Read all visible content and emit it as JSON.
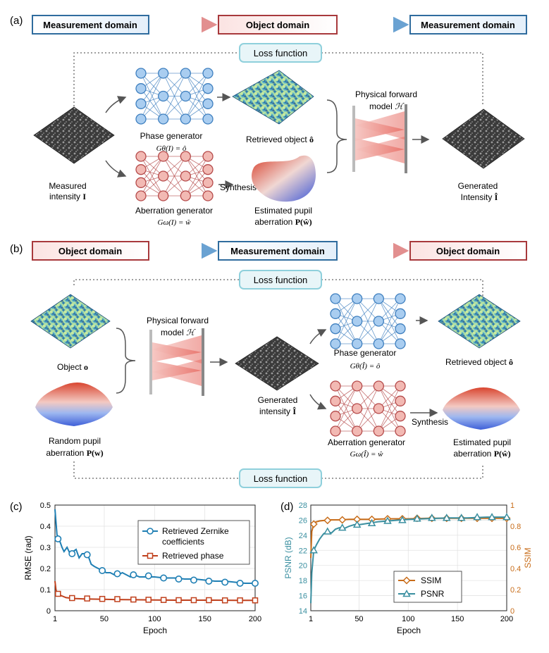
{
  "panels": {
    "a": {
      "tag": "(a)",
      "domains": [
        "Measurement domain",
        "Object domain",
        "Measurement domain"
      ],
      "loss": "Loss function",
      "measured_line1": "Measured",
      "measured_line2": "intensity ",
      "measured_sym": "I",
      "phase_gen": "Phase generator",
      "phase_eq": "Gθ(I) = ô",
      "retrieved": "Retrieved object ",
      "retrieved_sym": "ô",
      "forward_line1": "Physical forward",
      "forward_line2": "model ",
      "forward_sym": "ℋ",
      "aber_gen": "Aberration generator",
      "aber_eq": "Gω(I) = ŵ",
      "synthesis": "Synthesis",
      "pupil_line1": "Estimated pupil",
      "pupil_line2": "aberration ",
      "pupil_sym": "P(ŵ)",
      "generated_line1": "Generated",
      "generated_line2": "Intensity ",
      "generated_sym": "Î"
    },
    "b": {
      "tag": "(b)",
      "domains": [
        "Object domain",
        "Measurement domain",
        "Object domain"
      ],
      "loss": "Loss function",
      "loss_bottom": "Loss function",
      "object_line": "Object ",
      "object_sym": "o",
      "random_line1": "Random pupil",
      "random_line2": "aberration ",
      "random_sym": "P(w)",
      "forward_line1": "Physical forward",
      "forward_line2": "model ",
      "forward_sym": "ℋ",
      "generated_line1": "Generated",
      "generated_line2": "intensity ",
      "generated_sym": "Î",
      "phase_gen": "Phase generator",
      "phase_eq": "Gθ(Î) = ô",
      "retrieved": "Retrieved object ",
      "retrieved_sym": "ô",
      "aber_gen": "Aberration generator",
      "aber_eq": "Gω(Î) = ŵ",
      "synthesis": "Synthesis",
      "pupil_line1": "Estimated pupil",
      "pupil_line2": "aberration ",
      "pupil_sym": "P(ŵ)"
    },
    "c": {
      "tag": "(c)",
      "legend": [
        "Retrieved Zernike",
        "coefficients",
        "Retrieved phase"
      ]
    },
    "d": {
      "tag": "(d)",
      "legend": [
        "SSIM",
        "PSNR"
      ]
    }
  },
  "colors": {
    "blue": "#2f6c9e",
    "red": "#a8393c",
    "loss_border": "#8fd0dc",
    "loss_fill": "#e8f5f8",
    "net_blue_fill": "#a9cdf0",
    "net_blue_edge": "#3e7fbf",
    "net_red_fill": "#f2b9b3",
    "net_red_edge": "#b54a4a",
    "zernike": "#1f7fb4",
    "phase": "#c0401c",
    "ssim": "#c86d1a",
    "psnr": "#3a8fa0"
  },
  "chart_data": [
    {
      "type": "line",
      "xlabel": "Epoch",
      "ylabel": "RMSE (rad)",
      "xlim": [
        1,
        200
      ],
      "ylim": [
        0,
        0.5
      ],
      "xticks": [
        1,
        50,
        100,
        150,
        200
      ],
      "yticks": [
        0,
        0.1,
        0.2,
        0.3,
        0.4,
        0.5
      ],
      "grid": true,
      "legend_position": "top-right",
      "series": [
        {
          "name": "Retrieved Zernike coefficients",
          "x": [
            1,
            3,
            5,
            8,
            10,
            13,
            16,
            19,
            22,
            25,
            28,
            31,
            34,
            37,
            40,
            44,
            48,
            52,
            56,
            60,
            64,
            68,
            72,
            76,
            80,
            85,
            90,
            95,
            100,
            110,
            120,
            130,
            140,
            150,
            160,
            170,
            180,
            190,
            200
          ],
          "y": [
            0.48,
            0.36,
            0.34,
            0.3,
            0.28,
            0.3,
            0.27,
            0.28,
            0.29,
            0.25,
            0.27,
            0.27,
            0.26,
            0.22,
            0.21,
            0.2,
            0.19,
            0.18,
            0.18,
            0.17,
            0.17,
            0.18,
            0.17,
            0.16,
            0.17,
            0.16,
            0.16,
            0.16,
            0.16,
            0.155,
            0.155,
            0.15,
            0.15,
            0.145,
            0.14,
            0.14,
            0.135,
            0.13,
            0.13
          ],
          "markers_x": [
            4,
            18,
            33,
            48,
            63,
            79,
            94,
            109,
            124,
            139,
            154,
            170,
            185,
            200
          ],
          "markers_y": [
            0.34,
            0.27,
            0.265,
            0.19,
            0.175,
            0.17,
            0.165,
            0.155,
            0.15,
            0.145,
            0.14,
            0.135,
            0.13,
            0.13
          ]
        },
        {
          "name": "Retrieved phase",
          "x": [
            1,
            2,
            3,
            5,
            8,
            12,
            16,
            20,
            30,
            40,
            50,
            60,
            80,
            100,
            120,
            140,
            160,
            180,
            200
          ],
          "y": [
            0.14,
            0.1,
            0.08,
            0.075,
            0.07,
            0.062,
            0.06,
            0.058,
            0.056,
            0.055,
            0.054,
            0.053,
            0.052,
            0.051,
            0.05,
            0.05,
            0.05,
            0.049,
            0.049
          ],
          "markers_x": [
            4,
            18,
            33,
            48,
            63,
            79,
            94,
            109,
            124,
            139,
            154,
            170,
            185,
            200
          ],
          "markers_y": [
            0.08,
            0.06,
            0.058,
            0.056,
            0.055,
            0.053,
            0.052,
            0.051,
            0.05,
            0.05,
            0.05,
            0.049,
            0.049,
            0.049
          ]
        }
      ]
    },
    {
      "type": "line",
      "xlabel": "Epoch",
      "ylabel": "PSNR (dB)",
      "ylabel_right": "SSIM",
      "xlim": [
        1,
        200
      ],
      "ylim": [
        14,
        28
      ],
      "ylim_right": [
        0,
        1
      ],
      "xticks": [
        1,
        50,
        100,
        150,
        200
      ],
      "yticks": [
        14,
        16,
        18,
        20,
        22,
        24,
        26,
        28
      ],
      "yticks_right": [
        0,
        0.2,
        0.4,
        0.6,
        0.8,
        1
      ],
      "grid": true,
      "legend_position": "bottom-center",
      "series": [
        {
          "name": "SSIM",
          "axis": "right",
          "x": [
            1,
            2,
            4,
            6,
            10,
            15,
            20,
            30,
            40,
            60,
            80,
            100,
            120,
            140,
            160,
            180,
            200
          ],
          "y": [
            0.5,
            0.75,
            0.82,
            0.84,
            0.85,
            0.855,
            0.86,
            0.86,
            0.865,
            0.865,
            0.87,
            0.87,
            0.875,
            0.875,
            0.875,
            0.875,
            0.875
          ],
          "markers_x": [
            4,
            18,
            33,
            48,
            63,
            79,
            94,
            109,
            124,
            139,
            154,
            170,
            185,
            200
          ],
          "markers_y": [
            0.82,
            0.855,
            0.86,
            0.865,
            0.865,
            0.87,
            0.87,
            0.875,
            0.875,
            0.875,
            0.875,
            0.875,
            0.875,
            0.875
          ]
        },
        {
          "name": "PSNR",
          "axis": "left",
          "x": [
            1,
            2,
            4,
            7,
            10,
            14,
            18,
            22,
            26,
            30,
            35,
            40,
            45,
            50,
            60,
            70,
            80,
            90,
            100,
            120,
            140,
            160,
            180,
            200
          ],
          "y": [
            15,
            19,
            22,
            22.8,
            23.5,
            24.2,
            24.5,
            24.3,
            24.8,
            25,
            24.9,
            25.2,
            25.4,
            25.4,
            25.6,
            25.8,
            25.9,
            26,
            26.1,
            26.2,
            26.3,
            26.3,
            26.4,
            26.4
          ],
          "markers_x": [
            4,
            18,
            33,
            48,
            63,
            79,
            94,
            109,
            124,
            139,
            154,
            170,
            185,
            200
          ],
          "markers_y": [
            22,
            24.5,
            25,
            25.4,
            25.6,
            25.9,
            26,
            26.2,
            26.3,
            26.3,
            26.3,
            26.4,
            26.4,
            26.4
          ]
        }
      ]
    }
  ]
}
